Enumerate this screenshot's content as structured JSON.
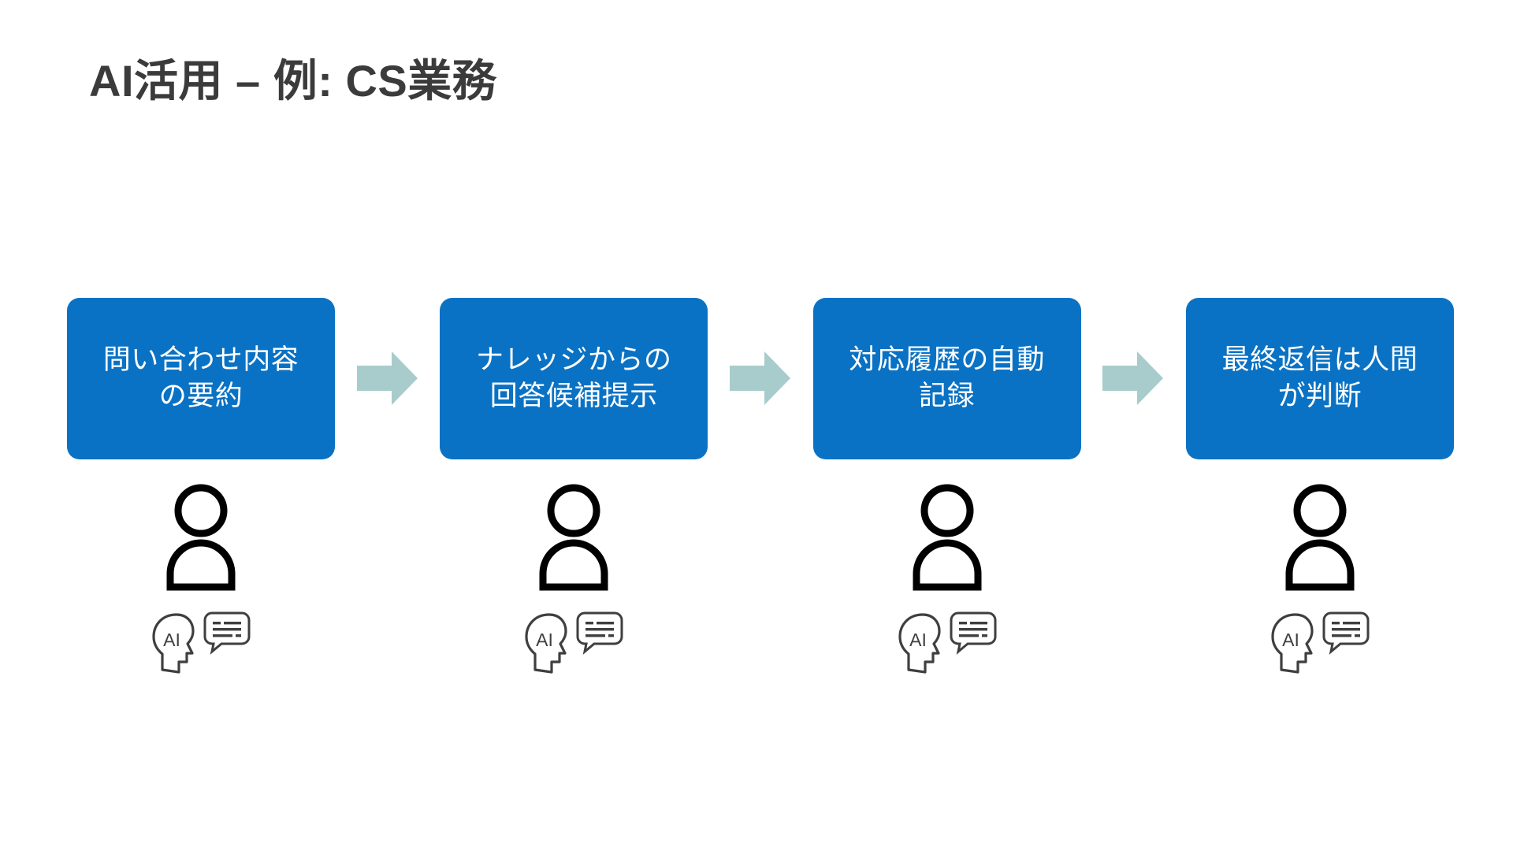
{
  "slide": {
    "title": "AI活用 – 例: CS業務",
    "background_color": "#FFFFFF",
    "title_color": "#3B3B3B"
  },
  "theme": {
    "box_fill": "#0A72C4",
    "box_text_color": "#FFFFFF",
    "arrow_fill": "#A8CCCC",
    "person_icon_color": "#000000",
    "ai_icon_color": "#3F3F3F"
  },
  "flow": {
    "arrow_icon_name": "right-block-arrow",
    "steps": [
      {
        "index": 1,
        "label": "問い合わせ内容\nの要約",
        "person_icon": "person-icon",
        "ai_icon": "ai-head-icon",
        "ai_bubble_icon": "speech-bubble-icon",
        "ai_text": "AI"
      },
      {
        "index": 2,
        "label": "ナレッジからの\n回答候補提示",
        "person_icon": "person-icon",
        "ai_icon": "ai-head-icon",
        "ai_bubble_icon": "speech-bubble-icon",
        "ai_text": "AI"
      },
      {
        "index": 3,
        "label": "対応履歴の自動\n記録",
        "person_icon": "person-icon",
        "ai_icon": "ai-head-icon",
        "ai_bubble_icon": "speech-bubble-icon",
        "ai_text": "AI"
      },
      {
        "index": 4,
        "label": "最終返信は人間\nが判断",
        "person_icon": "person-icon",
        "ai_icon": "ai-head-icon",
        "ai_bubble_icon": "speech-bubble-icon",
        "ai_text": "AI"
      }
    ]
  }
}
